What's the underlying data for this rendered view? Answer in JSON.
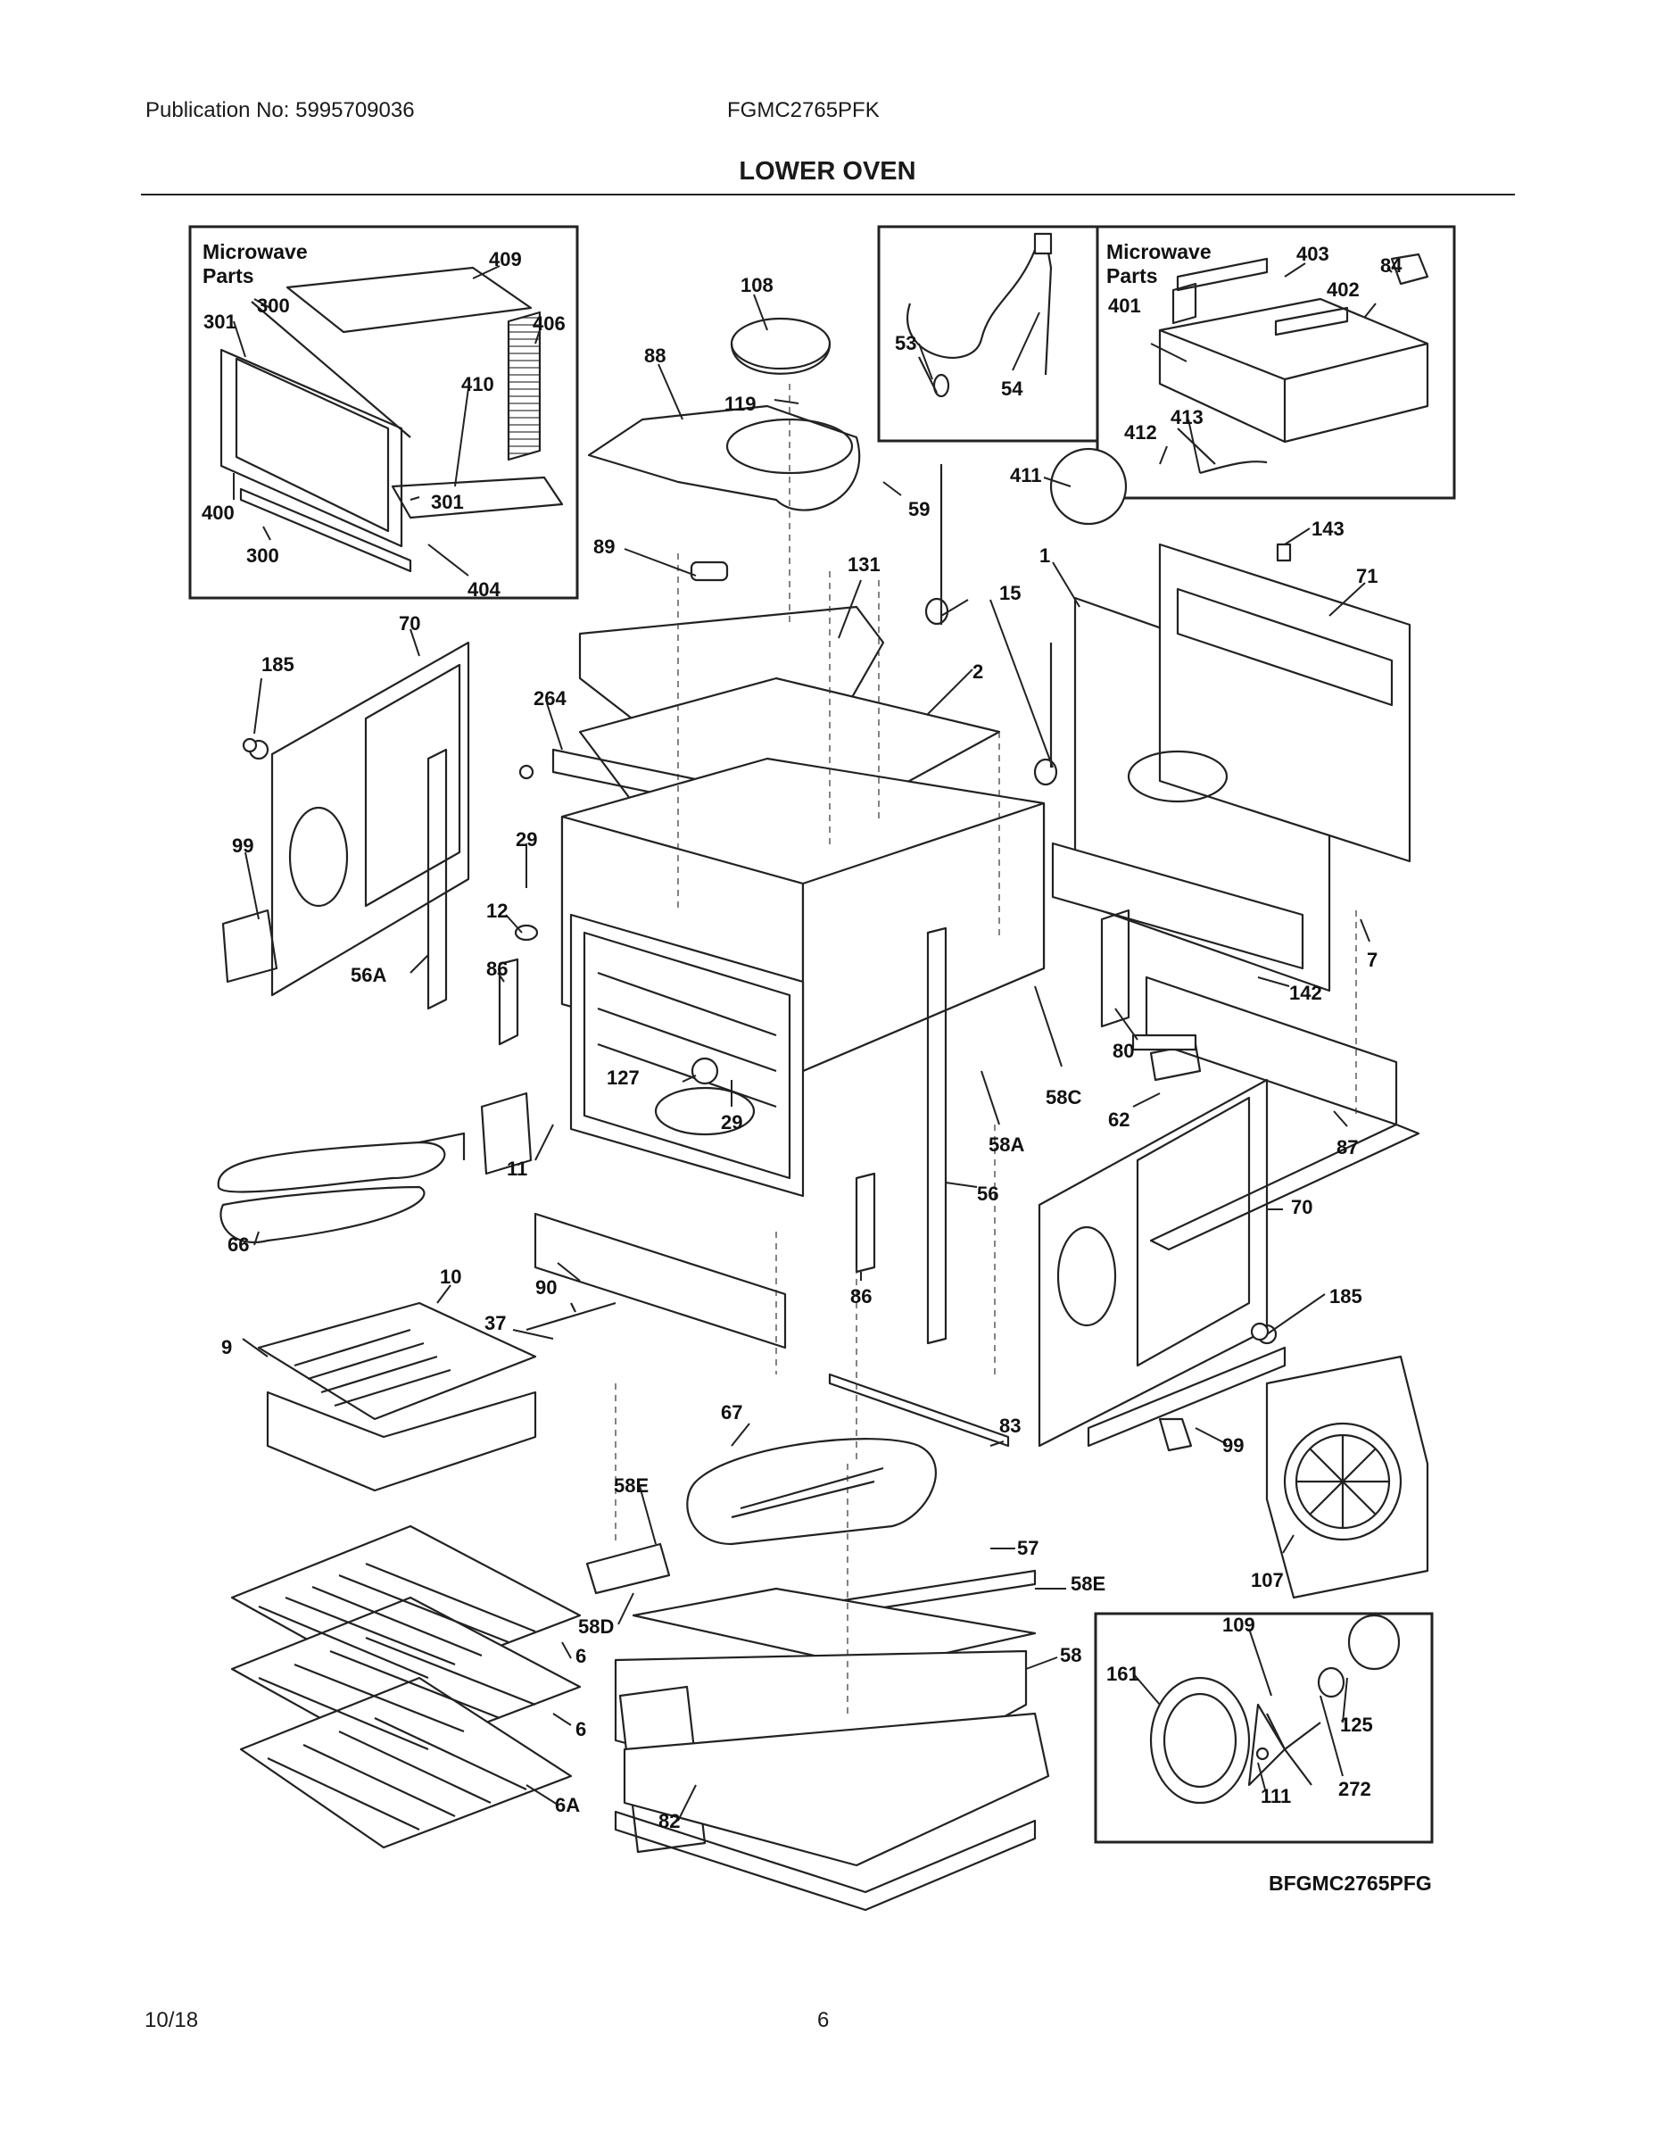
{
  "header": {
    "publication": "Publication No: 5995709036",
    "model": "FGMC2765PFK",
    "section_title": "LOWER OVEN"
  },
  "footer": {
    "date": "10/18",
    "page": "6"
  },
  "diagram": {
    "code": "BFGMC2765PFG",
    "box_labels": {
      "microwave_left": [
        "Microwave",
        "Parts"
      ],
      "microwave_right": [
        "Microwave",
        "Parts"
      ]
    },
    "callouts": [
      {
        "id": "c409",
        "text": "409"
      },
      {
        "id": "c300a",
        "text": "300"
      },
      {
        "id": "c301a",
        "text": "301"
      },
      {
        "id": "c406",
        "text": "406"
      },
      {
        "id": "c410",
        "text": "410"
      },
      {
        "id": "c301b",
        "text": "301"
      },
      {
        "id": "c400",
        "text": "400"
      },
      {
        "id": "c300b",
        "text": "300"
      },
      {
        "id": "c404",
        "text": "404"
      },
      {
        "id": "c108",
        "text": "108"
      },
      {
        "id": "c88",
        "text": "88"
      },
      {
        "id": "c119",
        "text": "119"
      },
      {
        "id": "c59",
        "text": "59"
      },
      {
        "id": "c89",
        "text": "89"
      },
      {
        "id": "c131",
        "text": "131"
      },
      {
        "id": "c53",
        "text": "53"
      },
      {
        "id": "c54",
        "text": "54"
      },
      {
        "id": "c403",
        "text": "403"
      },
      {
        "id": "c84",
        "text": "84"
      },
      {
        "id": "c402",
        "text": "402"
      },
      {
        "id": "c401",
        "text": "401"
      },
      {
        "id": "c413",
        "text": "413"
      },
      {
        "id": "c412",
        "text": "412"
      },
      {
        "id": "c411",
        "text": "411"
      },
      {
        "id": "c143",
        "text": "143"
      },
      {
        "id": "c1",
        "text": "1"
      },
      {
        "id": "c71",
        "text": "71"
      },
      {
        "id": "c15",
        "text": "15"
      },
      {
        "id": "c2",
        "text": "2"
      },
      {
        "id": "c70a",
        "text": "70"
      },
      {
        "id": "c185a",
        "text": "185"
      },
      {
        "id": "c264",
        "text": "264"
      },
      {
        "id": "c99a",
        "text": "99"
      },
      {
        "id": "c29a",
        "text": "29"
      },
      {
        "id": "c12",
        "text": "12"
      },
      {
        "id": "c56A",
        "text": "56A"
      },
      {
        "id": "c86a",
        "text": "86"
      },
      {
        "id": "c7",
        "text": "7"
      },
      {
        "id": "c142",
        "text": "142"
      },
      {
        "id": "c80",
        "text": "80"
      },
      {
        "id": "c127",
        "text": "127"
      },
      {
        "id": "c29b",
        "text": "29"
      },
      {
        "id": "c58C",
        "text": "58C"
      },
      {
        "id": "c62",
        "text": "62"
      },
      {
        "id": "c58A",
        "text": "58A"
      },
      {
        "id": "c87",
        "text": "87"
      },
      {
        "id": "c11",
        "text": "11"
      },
      {
        "id": "c56",
        "text": "56"
      },
      {
        "id": "c70b",
        "text": "70"
      },
      {
        "id": "c66",
        "text": "66"
      },
      {
        "id": "c10",
        "text": "10"
      },
      {
        "id": "c90",
        "text": "90"
      },
      {
        "id": "c86b",
        "text": "86"
      },
      {
        "id": "c185b",
        "text": "185"
      },
      {
        "id": "c37",
        "text": "37"
      },
      {
        "id": "c9",
        "text": "9"
      },
      {
        "id": "c67",
        "text": "67"
      },
      {
        "id": "c83",
        "text": "83"
      },
      {
        "id": "c99b",
        "text": "99"
      },
      {
        "id": "c58Ea",
        "text": "58E"
      },
      {
        "id": "c57",
        "text": "57"
      },
      {
        "id": "c107",
        "text": "107"
      },
      {
        "id": "c58Eb",
        "text": "58E"
      },
      {
        "id": "c58D",
        "text": "58D"
      },
      {
        "id": "c6a",
        "text": "6"
      },
      {
        "id": "c58",
        "text": "58"
      },
      {
        "id": "c109",
        "text": "109"
      },
      {
        "id": "c161",
        "text": "161"
      },
      {
        "id": "c125",
        "text": "125"
      },
      {
        "id": "c6b",
        "text": "6"
      },
      {
        "id": "c272",
        "text": "272"
      },
      {
        "id": "c111",
        "text": "111"
      },
      {
        "id": "c6A",
        "text": "6A"
      },
      {
        "id": "c82",
        "text": "82"
      }
    ]
  }
}
